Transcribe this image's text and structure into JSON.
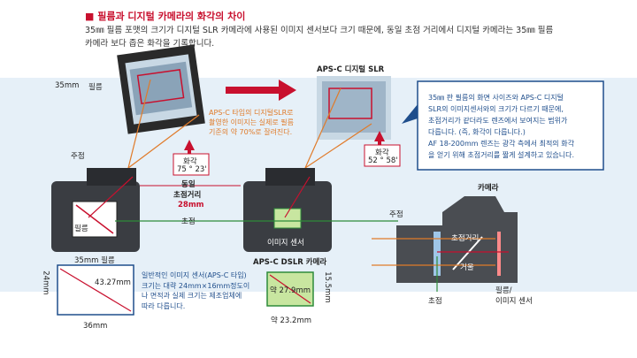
{
  "title": "■ 필름과 디지털 카메라의 화각의 차이",
  "intro": {
    "line1": "35㎜ 필름 포맷의 크기가 디지털 SLR 카메라에 사용된 이미지 센서보다 크기 때문에, 동일 초점 거리에서 디지털 카메라는 35㎜ 필름",
    "line2": "카메라 보다 좁은 화각을 기록합니다."
  },
  "film": {
    "label_35mm": "35mm",
    "label_film": "필름",
    "aps_note": [
      "APS-C 타입의 디지털SLR로",
      "촬영한 이미지는 실제로 필름",
      "기준의 약 70%로 잘려진다."
    ],
    "angle_label": "화각",
    "angle_value": "75 ° 23'"
  },
  "apsc": {
    "label": "APS-C 디지털 SLR",
    "angle_label": "화각",
    "angle_value": "52 ° 58'"
  },
  "callout": {
    "lines": [
      "35㎜ 판 필름의 화면 사이즈와 APS-C 디지털",
      "SLR의 이미지센서와의  크기가 다르기 때문에,",
      "초점거리가 같더라도 렌즈에서 보여지는 범위가",
      "다릅니다. (즉, 화각이 다릅니다.)",
      "AF 18-200mm 렌즈는 광각 측에서 최적의 화각",
      "을 얻기 위해 초점거리를 짧게 설계하고 있습니다."
    ]
  },
  "labels": {
    "focus_left": "주점",
    "same_focal": "동일",
    "same_focal2": "초점거리",
    "focal_value": "28mm",
    "focal_point": "초점",
    "film_in_cam": "필름",
    "sensor": "이미지 센서",
    "dslr_caption": "APS-C DSLR 카메라"
  },
  "film_size": {
    "title": "35mm 필름",
    "height": "24mm",
    "diag": "43.27mm",
    "width": "36mm",
    "desc": [
      "일반적인 이미지 센서(APS-C 타입)",
      "크기는 대략 24mm×16mm정도이",
      "나 면적과 실제 크기는 제조업체에",
      "따라 다릅니다."
    ]
  },
  "sensor_size": {
    "diag": "약 27.9mm",
    "height": "15.5mm",
    "width": "약 23.2mm"
  },
  "camera_diagram": {
    "title": "카메라",
    "principal": "주점",
    "focal_dist": "초점거리",
    "mirror": "거울",
    "focus": "초점",
    "film_sensor1": "필름/",
    "film_sensor2": "이미지 센서"
  }
}
